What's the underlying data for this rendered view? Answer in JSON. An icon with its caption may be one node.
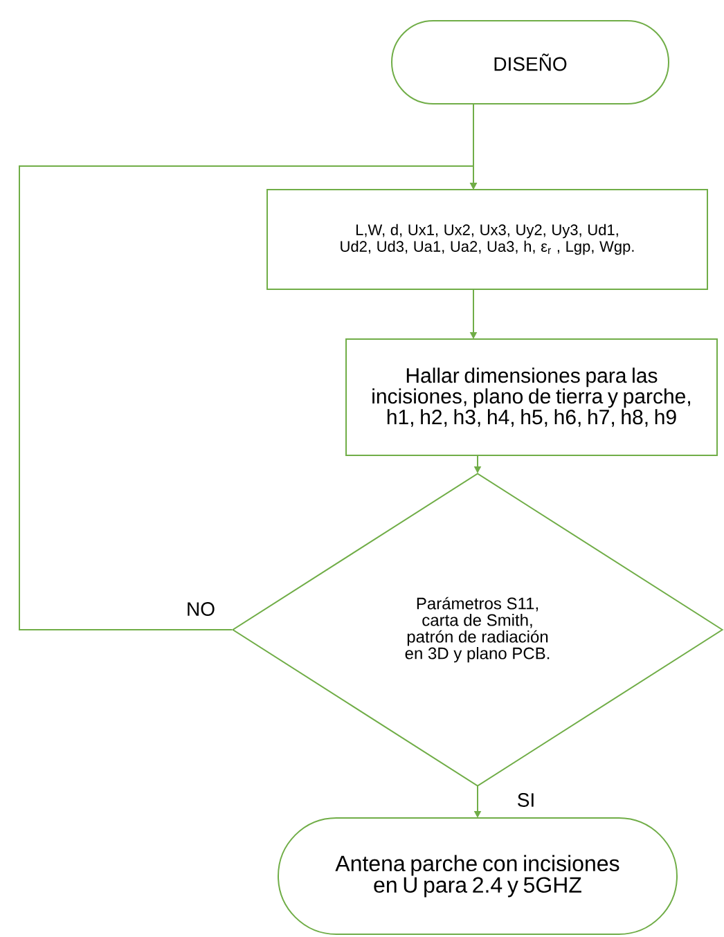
{
  "diagram": {
    "nodes": [
      {
        "text": [
          "DISEÑO"
        ]
      },
      {
        "text": [
          "L,W, d, Ux1, Ux2, Ux3, Uy2, Uy3, Ud1, Ud2, Ud3, Ua1, Ua2, Ua3, h, ε$_{r}$ , Lgp, Wgp."
        ]
      },
      {
        "text": [
          "Hallar dimensiones para las incisiones, plano de tierra y parche, h1, h2, h3, h4, h5, h6, h7, h8, h9"
        ]
      },
      {
        "text": [
          "Parámetros S11, carta de Smith, patrón de radiación en 3D y plano PCB."
        ]
      },
      {
        "text": [
          "Antena parche con incisiones en U para 2.4 y 5GHZ"
        ]
      }
    ],
    "edges": [
      {
        "from": 0,
        "to": 1,
        "arrow": "to"
      },
      {
        "from": 1,
        "to": 2,
        "arrow": "to"
      },
      {
        "from": 2,
        "to": 3,
        "arrow": "to"
      },
      {
        "from": 3,
        "to": 1,
        "arrow": "to",
        "label": "NO"
      },
      {
        "from": 3,
        "to": 4,
        "arrow": "to",
        "label": "SI"
      }
    ]
  }
}
